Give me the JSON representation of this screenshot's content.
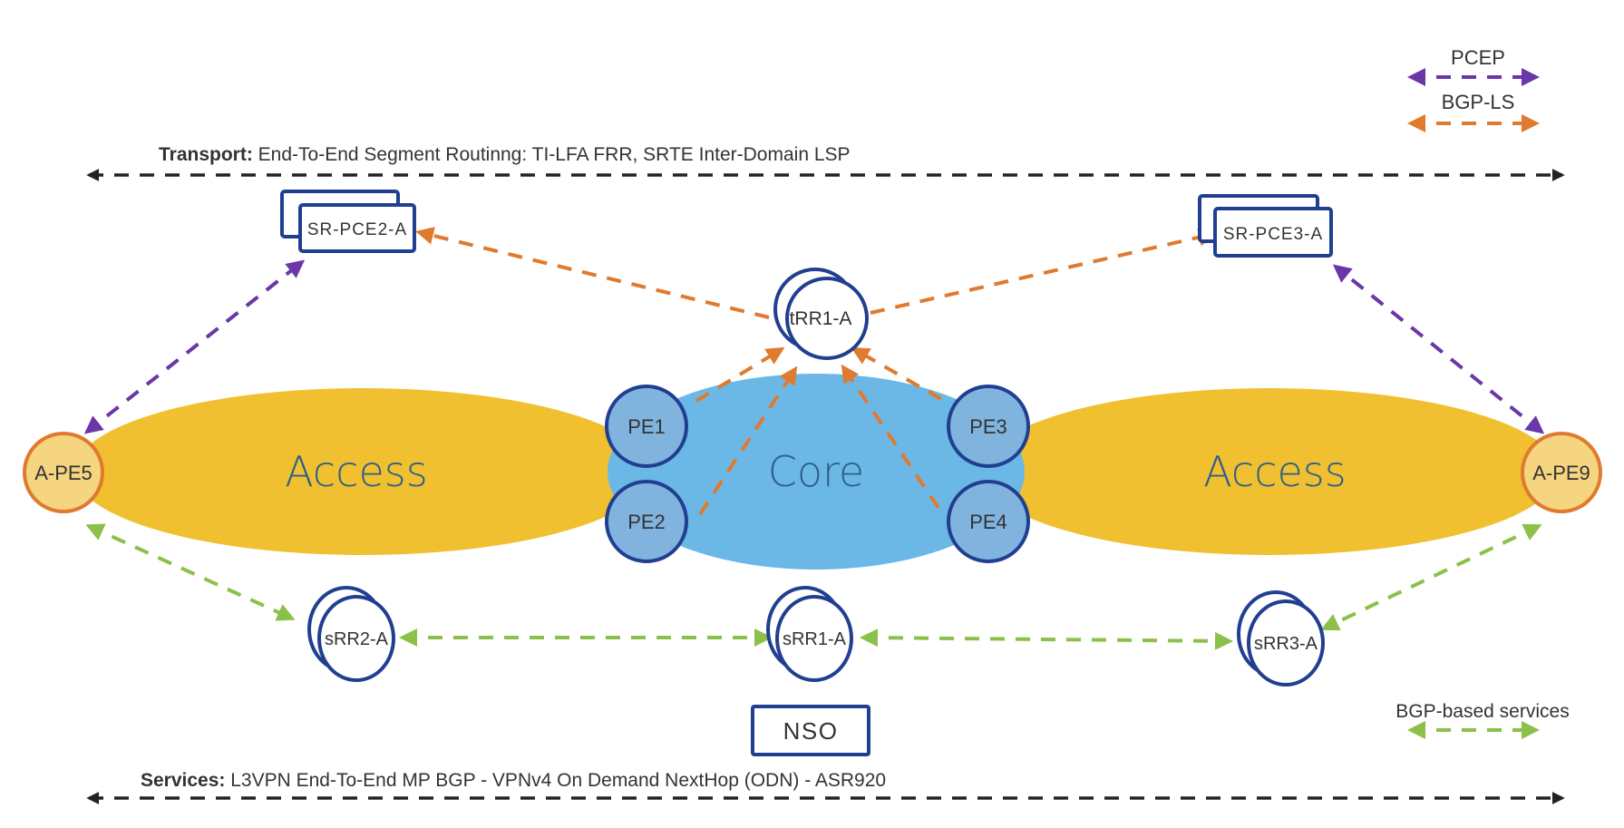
{
  "colors": {
    "pcep": "#6a36a8",
    "bgp_ls": "#e07a2e",
    "bgp_services": "#8bc04a",
    "node_stroke": "#203f90",
    "access_fill": "#f0c030",
    "core_fill": "#6bb8e6",
    "pe_fill": "#80b4de",
    "ape_fill": "#f5d580",
    "ape_stroke": "#e07a2e",
    "domain_text": "#2f5f88",
    "black_line": "#222222"
  },
  "legend": {
    "pcep": "PCEP",
    "bgp_ls": "BGP-LS",
    "bgp_services": "BGP-based services"
  },
  "banners": {
    "transport_bold": "Transport:",
    "transport_text": " End-To-End Segment Routinng: TI-LFA FRR, SRTE Inter-Domain LSP",
    "services_bold": "Services:",
    "services_text": " L3VPN End-To-End MP BGP - VPNv4 On Demand NextHop (ODN) - ASR920"
  },
  "domains": {
    "access_left": "Access",
    "core": "Core",
    "access_right": "Access"
  },
  "nodes": {
    "sr_pce2": "SR-PCE2-A",
    "sr_pce3": "SR-PCE3-A",
    "trr1": "tRR1-A",
    "pe1": "PE1",
    "pe2": "PE2",
    "pe3": "PE3",
    "pe4": "PE4",
    "ape5": "A-PE5",
    "ape9": "A-PE9",
    "srr1": "sRR1-A",
    "srr2": "sRR2-A",
    "srr3": "sRR3-A",
    "nso": "NSO"
  }
}
